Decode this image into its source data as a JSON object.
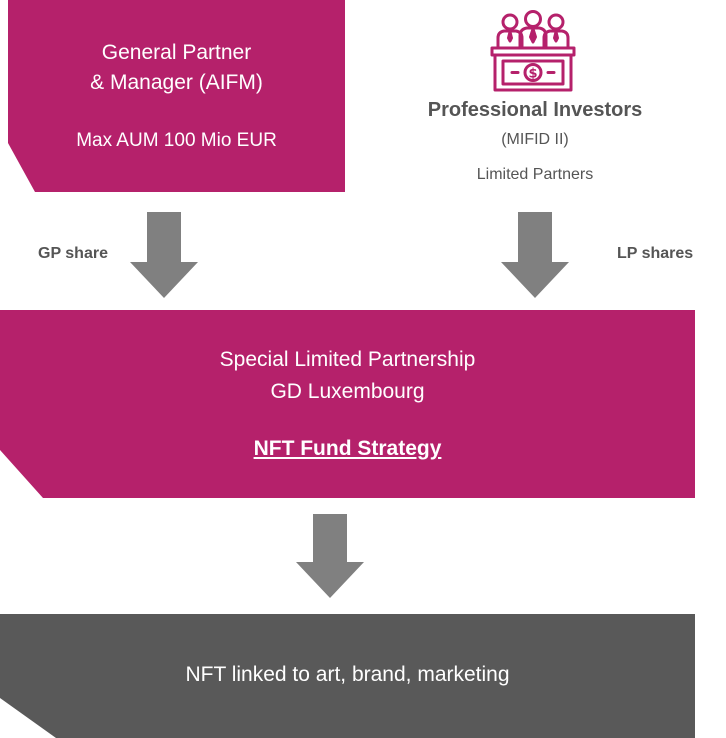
{
  "general_partner": {
    "title_line1": "General Partner",
    "title_line2": "& Manager (AIFM)",
    "subtitle": "Max AUM 100 Mio EUR"
  },
  "investors": {
    "icon": "investors-at-desk-icon",
    "title": "Professional Investors",
    "regulation": "(MIFID II)",
    "role": "Limited Partners"
  },
  "flows": {
    "gp_label": "GP share",
    "lp_label": "LP shares"
  },
  "partnership": {
    "line1": "Special Limited Partnership",
    "line2": "GD Luxembourg",
    "strategy": "NFT Fund Strategy"
  },
  "target": {
    "label": "NFT linked to art, brand, marketing"
  },
  "colors": {
    "magenta": "#b5216b",
    "dark_gray": "#595959",
    "arrow_gray": "#808080",
    "text_gray": "#555555"
  }
}
